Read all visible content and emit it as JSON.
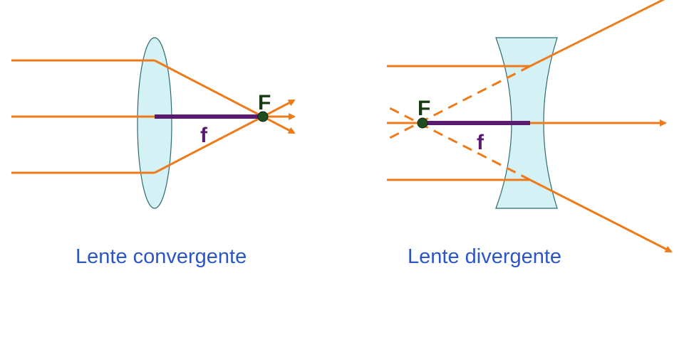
{
  "converging": {
    "caption": "Lente convergente",
    "focus_label": "F",
    "focal_length_label": "f"
  },
  "diverging": {
    "caption": "Lente divergente",
    "focus_label": "F",
    "focal_length_label": "f"
  },
  "colors": {
    "ray": "#ef7a1a",
    "lens_fill": "#d4f2f6",
    "lens_stroke": "#2d6b6b",
    "focal_bar": "#5a1a70",
    "focus_point": "#1f4d1f",
    "caption": "#2b56c8"
  }
}
